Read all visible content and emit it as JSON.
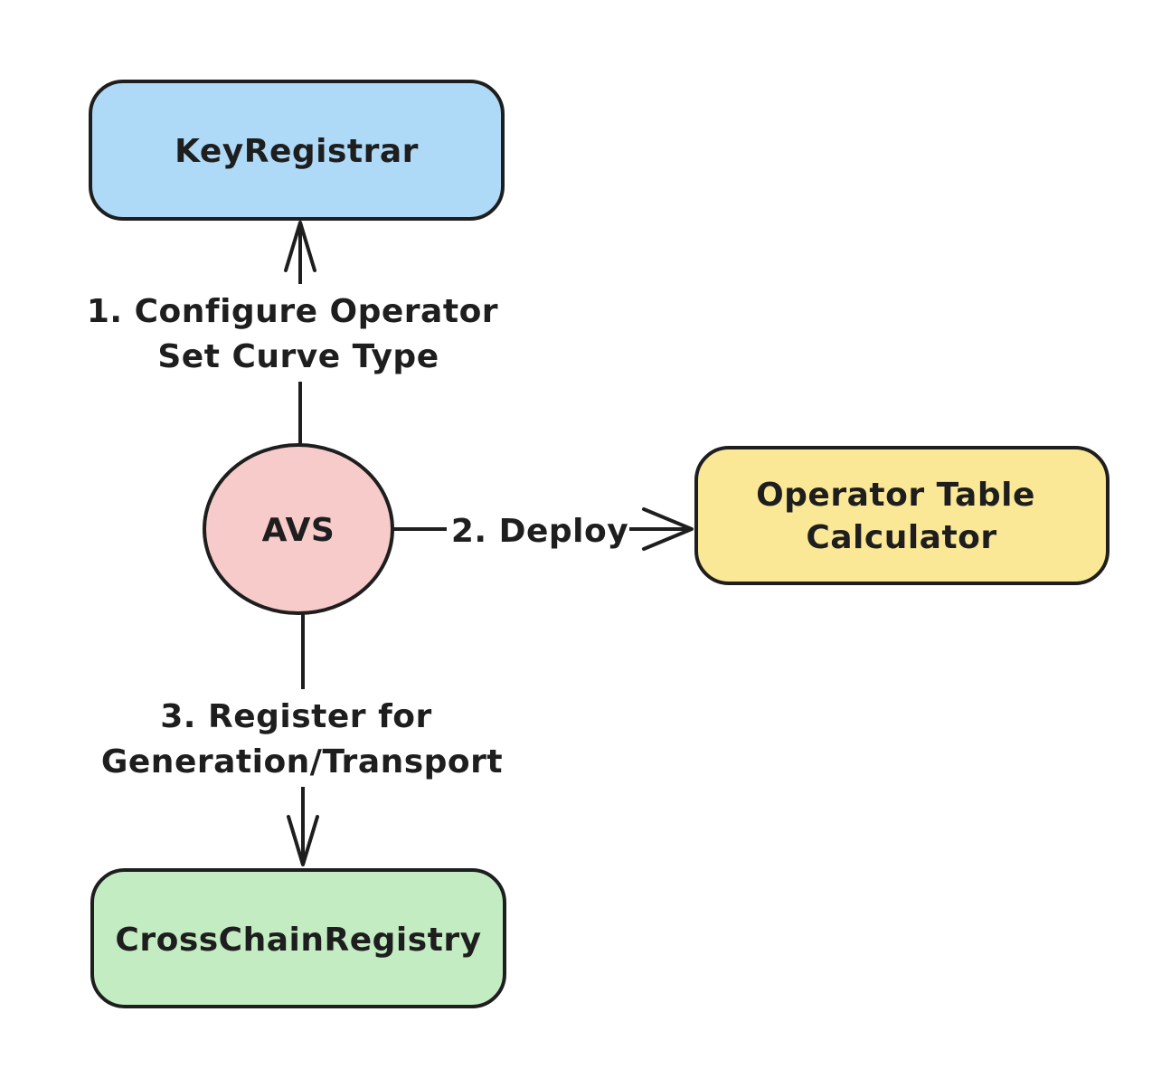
{
  "diagram": {
    "type": "flowchart",
    "background_color": "#ffffff",
    "stroke_color": "#1e1e1e",
    "nodes": {
      "key_registrar": {
        "label": "KeyRegistrar",
        "fill": "#aed9f7",
        "shape": "rounded-rect"
      },
      "avs": {
        "label": "AVS",
        "fill": "#f8cbcb",
        "shape": "circle"
      },
      "operator_table_calculator": {
        "label_line1": "Operator Table",
        "label_line2": "Calculator",
        "fill": "#fbe896",
        "shape": "rounded-rect"
      },
      "cross_chain_registry": {
        "label": "CrossChainRegistry",
        "fill": "#c3ecc3",
        "shape": "rounded-rect"
      }
    },
    "edges": [
      {
        "from": "AVS",
        "to": "KeyRegistrar",
        "label_line1": "1. Configure Operator",
        "label_line2": "Set Curve Type",
        "direction": "up"
      },
      {
        "from": "AVS",
        "to": "Operator Table Calculator",
        "label": "2. Deploy",
        "direction": "right"
      },
      {
        "from": "AVS",
        "to": "CrossChainRegistry",
        "label_line1": "3. Register for",
        "label_line2": "Generation/Transport",
        "direction": "down"
      }
    ]
  }
}
